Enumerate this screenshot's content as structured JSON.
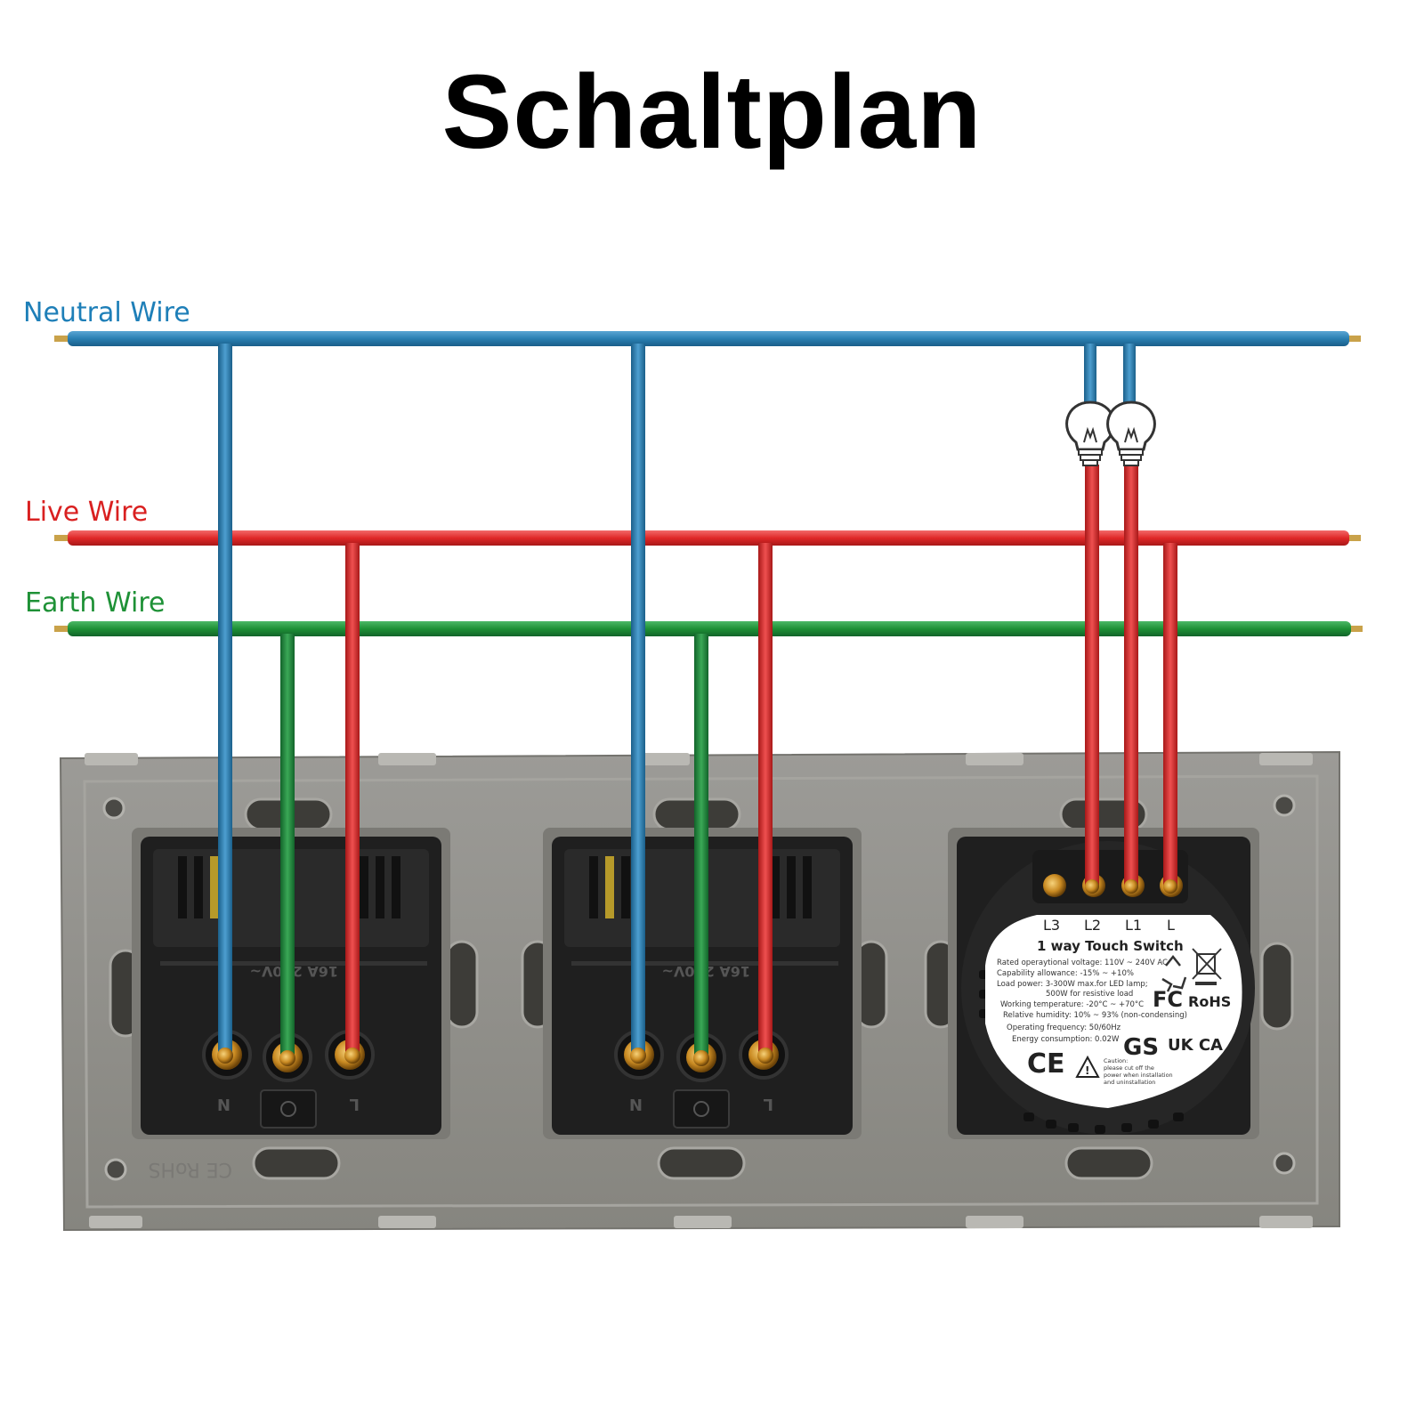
{
  "title": "Schaltplan",
  "wires": {
    "neutral": {
      "label": "Neutral Wire",
      "color": "#2a7fb2"
    },
    "live": {
      "label": "Live Wire",
      "color": "#e02828"
    },
    "earth": {
      "label": "Earth Wire",
      "color": "#1e9136"
    }
  },
  "sockets": [
    {
      "terminals": [
        "N",
        "L"
      ],
      "rating": "16A 250V~"
    },
    {
      "terminals": [
        "N",
        "L"
      ],
      "rating": "16A 250V~"
    }
  ],
  "switch": {
    "terminals": [
      "L3",
      "L2",
      "L1",
      "L"
    ],
    "name": "1 way Touch Switch",
    "specs": [
      "Rated operaytional voltage: 110V ~ 240V AC",
      "Capability allowance: -15% ~ +10%",
      "Load power: 3-300W max.for LED lamp;",
      "500W for resistive load",
      "Working temperature: -20°C ~ +70°C",
      "Relative humidity: 10% ~ 93% (non-condensing)",
      "Operating frequency: 50/60Hz",
      "Energy consumption: 0.02W"
    ],
    "marks": [
      "FC",
      "RoHS",
      "GS",
      "UK CA",
      "CE"
    ],
    "caution": [
      "Caution:",
      "please cut off the",
      "power when installation",
      "and uninstallation"
    ]
  },
  "frame_mark": "CE RoHS",
  "colors": {
    "frame": "#8e8d89",
    "module": "#1f1f1f",
    "terminal": "#c98a22"
  }
}
